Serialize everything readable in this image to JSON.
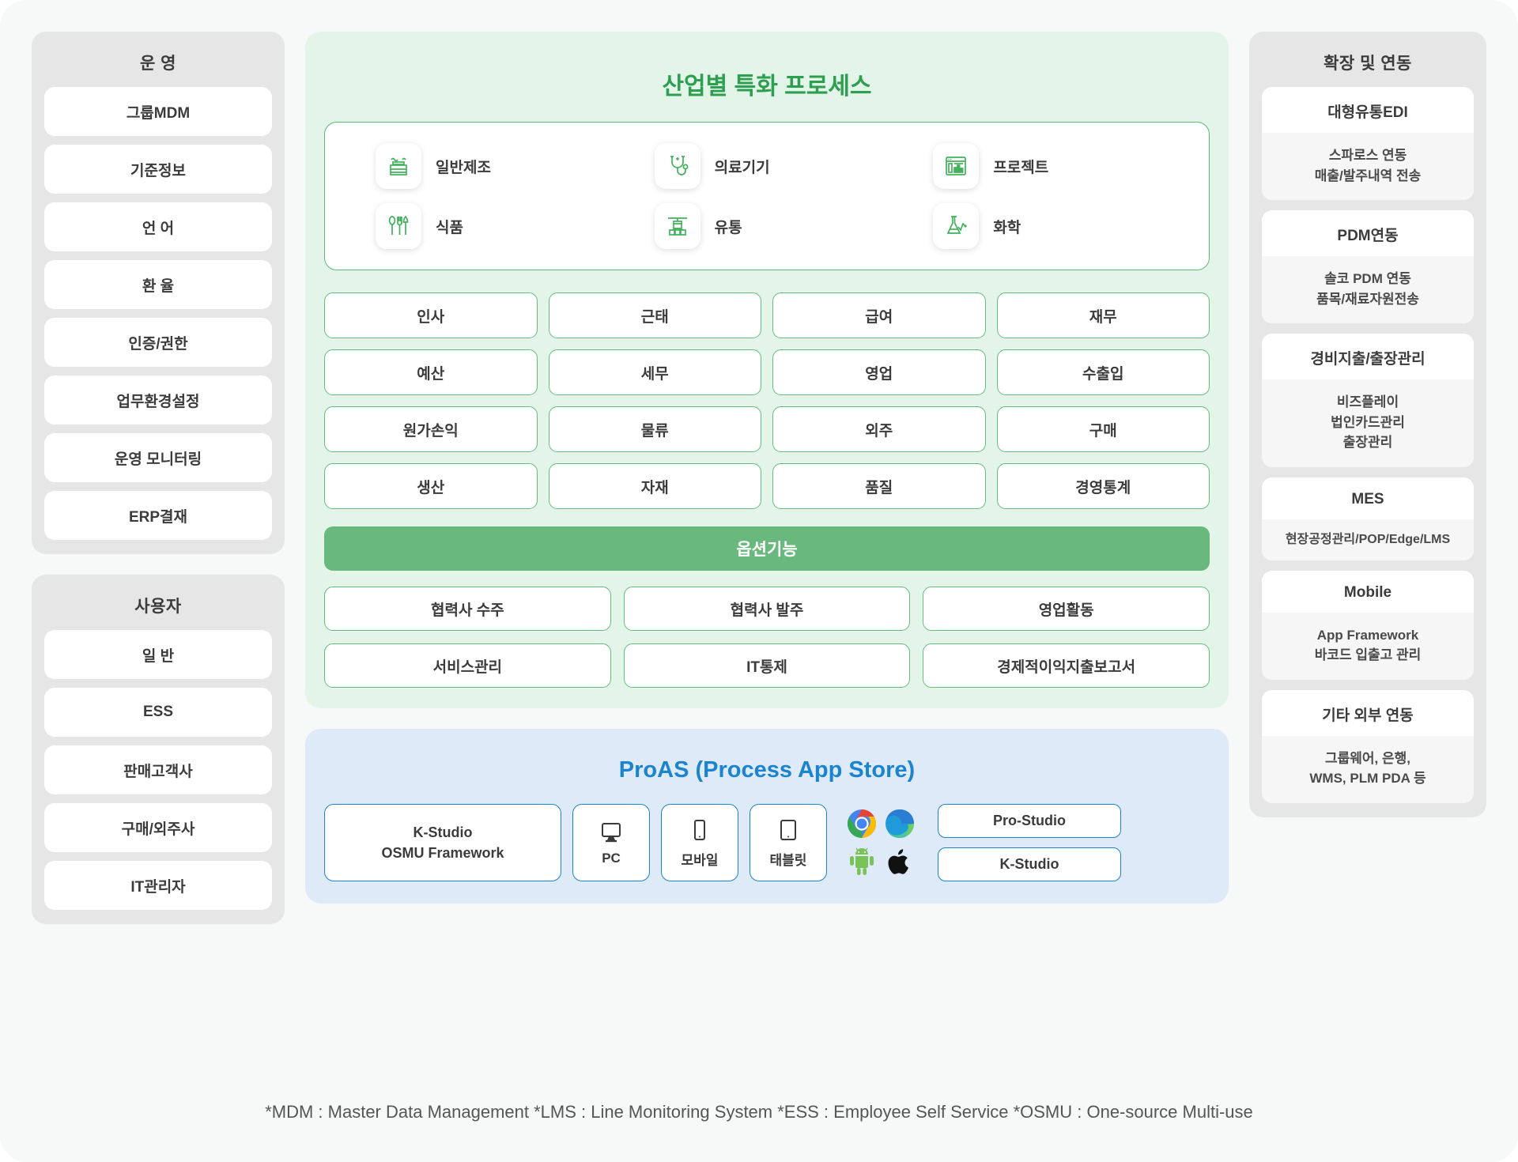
{
  "left": {
    "operations": {
      "title": "운 영",
      "items": [
        "그룹MDM",
        "기준정보",
        "언 어",
        "환 율",
        "인증/권한",
        "업무환경설정",
        "운영 모니터링",
        "ERP결재"
      ]
    },
    "users": {
      "title": "사용자",
      "items": [
        "일 반",
        "ESS",
        "판매고객사",
        "구매/외주사",
        "IT관리자"
      ]
    }
  },
  "center": {
    "title": "산업별 특화 프로세스",
    "industries": [
      {
        "label": "일반제조",
        "icon": "factory-icon"
      },
      {
        "label": "의료기기",
        "icon": "stethoscope-icon"
      },
      {
        "label": "프로젝트",
        "icon": "dashboard-icon"
      },
      {
        "label": "식품",
        "icon": "cutlery-icon"
      },
      {
        "label": "유통",
        "icon": "distribution-icon"
      },
      {
        "label": "화학",
        "icon": "flask-icon"
      }
    ],
    "modules": [
      "인사",
      "근태",
      "급여",
      "재무",
      "예산",
      "세무",
      "영업",
      "수출입",
      "원가손익",
      "물류",
      "외주",
      "구매",
      "생산",
      "자재",
      "품질",
      "경영통계"
    ],
    "option_bar": "옵션기능",
    "options": [
      "협력사 수주",
      "협력사 발주",
      "영업활동",
      "서비스관리",
      "IT통제",
      "경제적이익지출보고서"
    ]
  },
  "proas": {
    "title": "ProAS (Process App Store)",
    "framework": {
      "line1": "K-Studio",
      "line2": "OSMU Framework"
    },
    "devices": [
      {
        "label": "PC",
        "icon": "desktop-icon"
      },
      {
        "label": "모바일",
        "icon": "smartphone-icon"
      },
      {
        "label": "태블릿",
        "icon": "tablet-icon"
      }
    ],
    "platforms": [
      {
        "name": "chrome-icon"
      },
      {
        "name": "edge-icon"
      },
      {
        "name": "android-icon"
      },
      {
        "name": "apple-icon"
      }
    ],
    "studios": [
      "Pro-Studio",
      "K-Studio"
    ]
  },
  "right": {
    "title": "확장 및 연동",
    "cards": [
      {
        "head": "대형유통EDI",
        "body": "스파로스 연동\n매출/발주내역 전송"
      },
      {
        "head": "PDM연동",
        "body": "솔코 PDM 연동\n품목/재료자원전송"
      },
      {
        "head": "경비지출/출장관리",
        "body": "비즈플레이\n법인카드관리\n출장관리"
      },
      {
        "head": "MES",
        "body": "현장공정관리/POP/Edge/LMS"
      },
      {
        "head": "Mobile",
        "body": "App Framework\n바코드 입출고 관리"
      },
      {
        "head": "기타 외부 연동",
        "body": "그룹웨어, 은행,\nWMS, PLM PDA 등"
      }
    ]
  },
  "footnote": "*MDM : Master Data Management *LMS : Line Monitoring System *ESS : Employee Self Service *OSMU : One-source Multi-use",
  "colors": {
    "green_accent": "#2e9e50",
    "green_panel": "#e3f5e8",
    "green_border": "#66bb7e",
    "green_bar": "#69b97f",
    "blue_accent": "#1a84cf",
    "blue_panel": "#dfeaf8",
    "gray_panel": "#e6e6e6"
  }
}
